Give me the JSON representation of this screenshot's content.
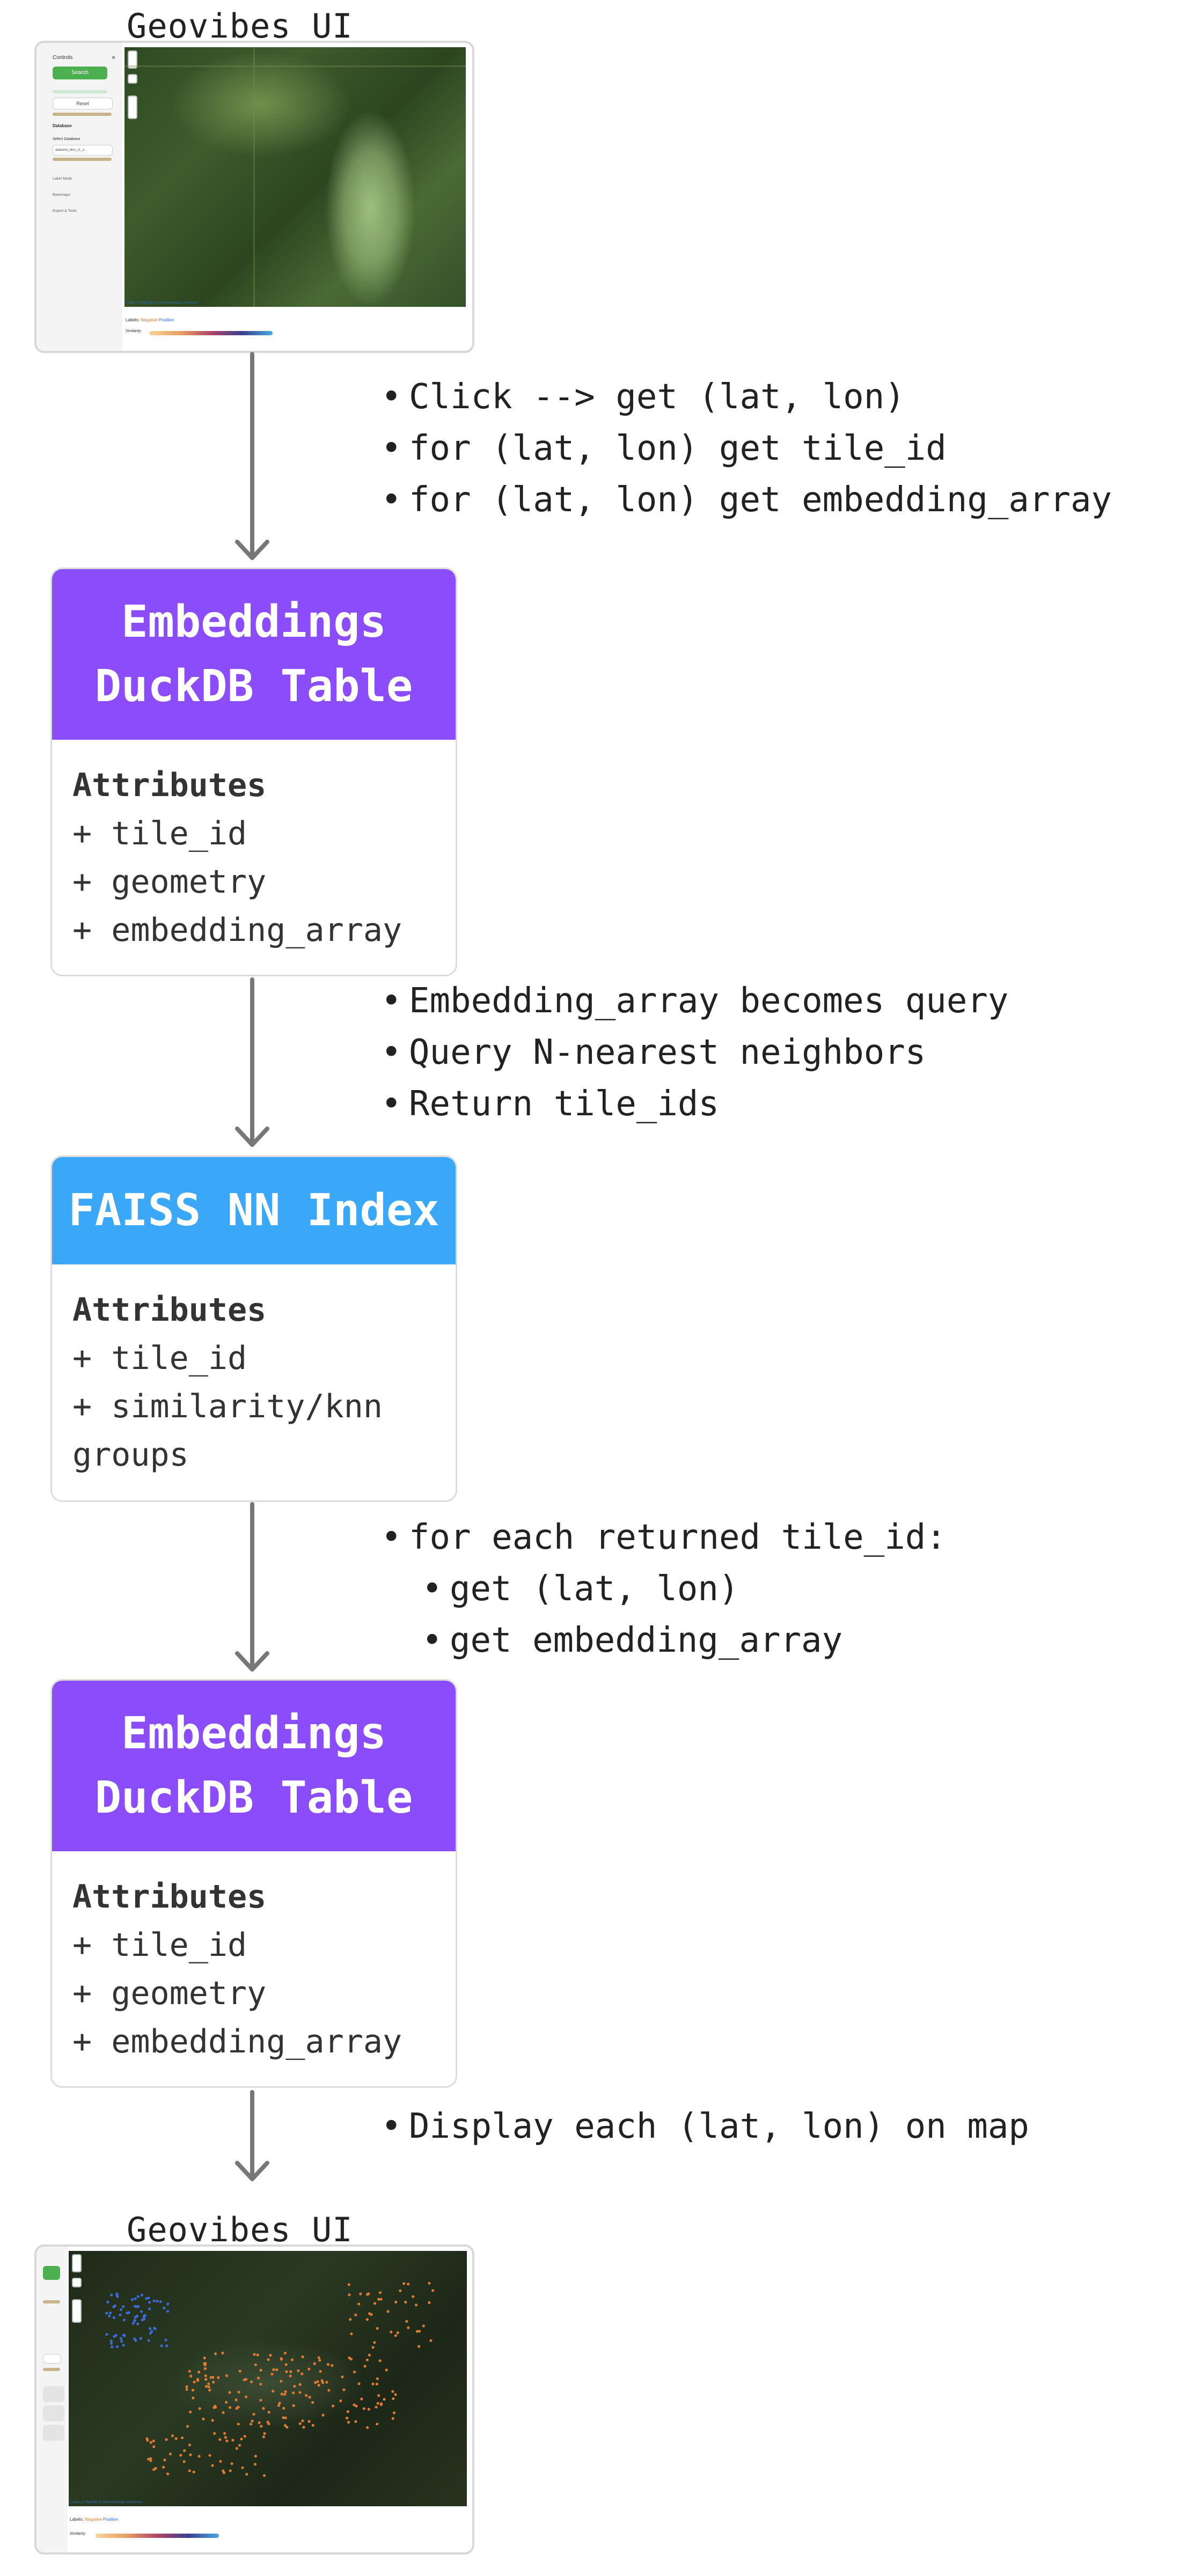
{
  "top_ui": {
    "title": "Geovibes UI",
    "sidebar": {
      "controls_label": "Controls",
      "search_label": "Search",
      "reset_label": "Reset",
      "database_label": "Database",
      "select_database_label": "Select Database",
      "database_value": "alabama_dino_v1_v...",
      "sections": [
        "Label Mode",
        "Basemaps",
        "Export & Tools"
      ]
    },
    "labels_text": "Labels:",
    "legend": [
      "Negative",
      "Positive"
    ],
    "similarity_text": "Similarity:",
    "attribution": "Leaflet | © MapTiler © OpenStreetMap contributors"
  },
  "steps": [
    {
      "bullets": [
        {
          "text": "Click --> get (lat, lon)",
          "level": 0
        },
        {
          "text": "for (lat, lon) get tile_id",
          "level": 0
        },
        {
          "text": "for (lat, lon) get embedding_array",
          "level": 0
        }
      ]
    },
    {
      "bullets": [
        {
          "text": "Embedding_array becomes query",
          "level": 0
        },
        {
          "text": "Query N-nearest neighbors",
          "level": 0
        },
        {
          "text": "Return tile_ids",
          "level": 0
        }
      ]
    },
    {
      "bullets": [
        {
          "text": "for each returned tile_id:",
          "level": 0
        },
        {
          "text": "get (lat, lon)",
          "level": 1
        },
        {
          "text": "get embedding_array",
          "level": 1
        }
      ]
    },
    {
      "bullets": [
        {
          "text": "Display each (lat, lon) on map",
          "level": 0
        }
      ]
    }
  ],
  "boxes": [
    {
      "title_line1": "Embeddings",
      "title_line2": "DuckDB Table",
      "color": "#8b4dfa",
      "attributes_label": "Attributes",
      "attributes": [
        "+ tile_id",
        "+ geometry",
        "+ embedding_array"
      ]
    },
    {
      "title_line1": "FAISS NN Index",
      "title_line2": "",
      "color": "#3aa7f7",
      "attributes_label": "Attributes",
      "attributes": [
        "+ tile_id",
        "+ similarity/knn",
        "groups"
      ]
    },
    {
      "title_line1": "Embeddings",
      "title_line2": "DuckDB Table",
      "color": "#8b4dfa",
      "attributes_label": "Attributes",
      "attributes": [
        "+ tile_id",
        "+ geometry",
        "+ embedding_array"
      ]
    }
  ],
  "bottom_ui": {
    "title": "Geovibes UI",
    "labels_text": "Labels:",
    "legend": [
      "Negative",
      "Positive"
    ],
    "similarity_text": "Similarity:",
    "attribution": "Leaflet | © MapTiler © OpenStreetMap contributors"
  },
  "colors": {
    "arrow": "#777777",
    "positive": "#3b6bd6",
    "negative": "#e07a30",
    "search_green": "#4caf50"
  }
}
